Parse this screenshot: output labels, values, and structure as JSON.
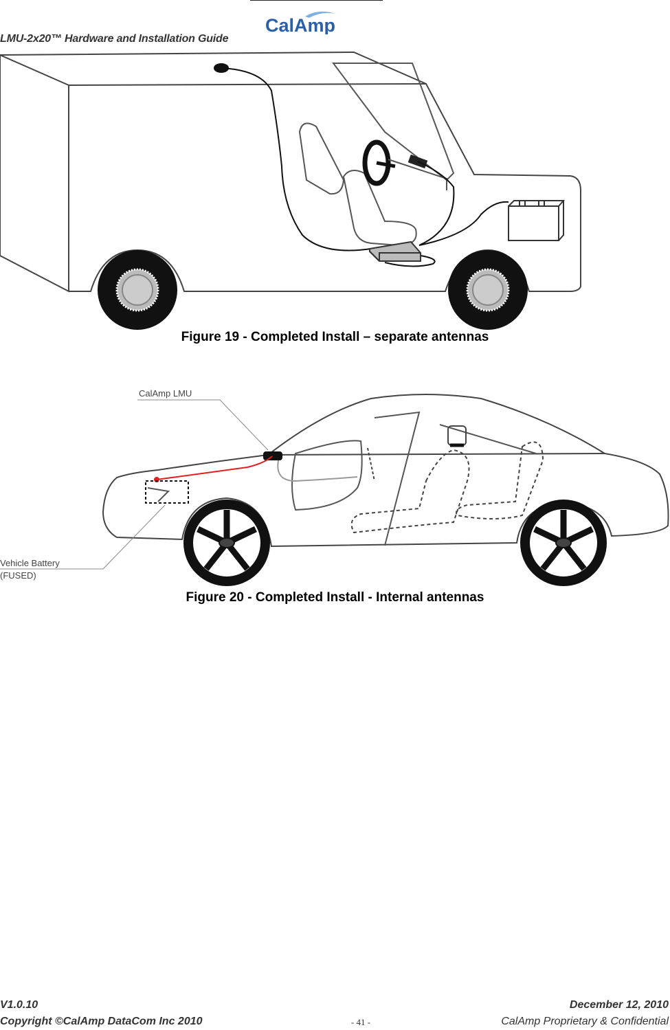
{
  "header": {
    "guide_title": "LMU-2x20™ Hardware and Installation Guide",
    "logo": {
      "text": "CalAmp",
      "color": "#2b5fa8",
      "accent": "#7fb0e0"
    }
  },
  "figures": [
    {
      "caption": "Figure 19 - Completed Install – separate antennas"
    },
    {
      "caption": "Figure 20 - Completed Install - Internal antennas",
      "labels": {
        "lmu": "CalAmp LMU",
        "battery_line1": "Vehicle Battery",
        "battery_line2": "(FUSED)"
      },
      "wire_color": "#e32020"
    }
  ],
  "footer": {
    "version": "V1.0.10",
    "date": "December 12, 2010",
    "copyright": "Copyright ©CalAmp DataCom Inc 2010",
    "page": "- 41 -",
    "proprietary": "CalAmp Proprietary & Confidential"
  }
}
